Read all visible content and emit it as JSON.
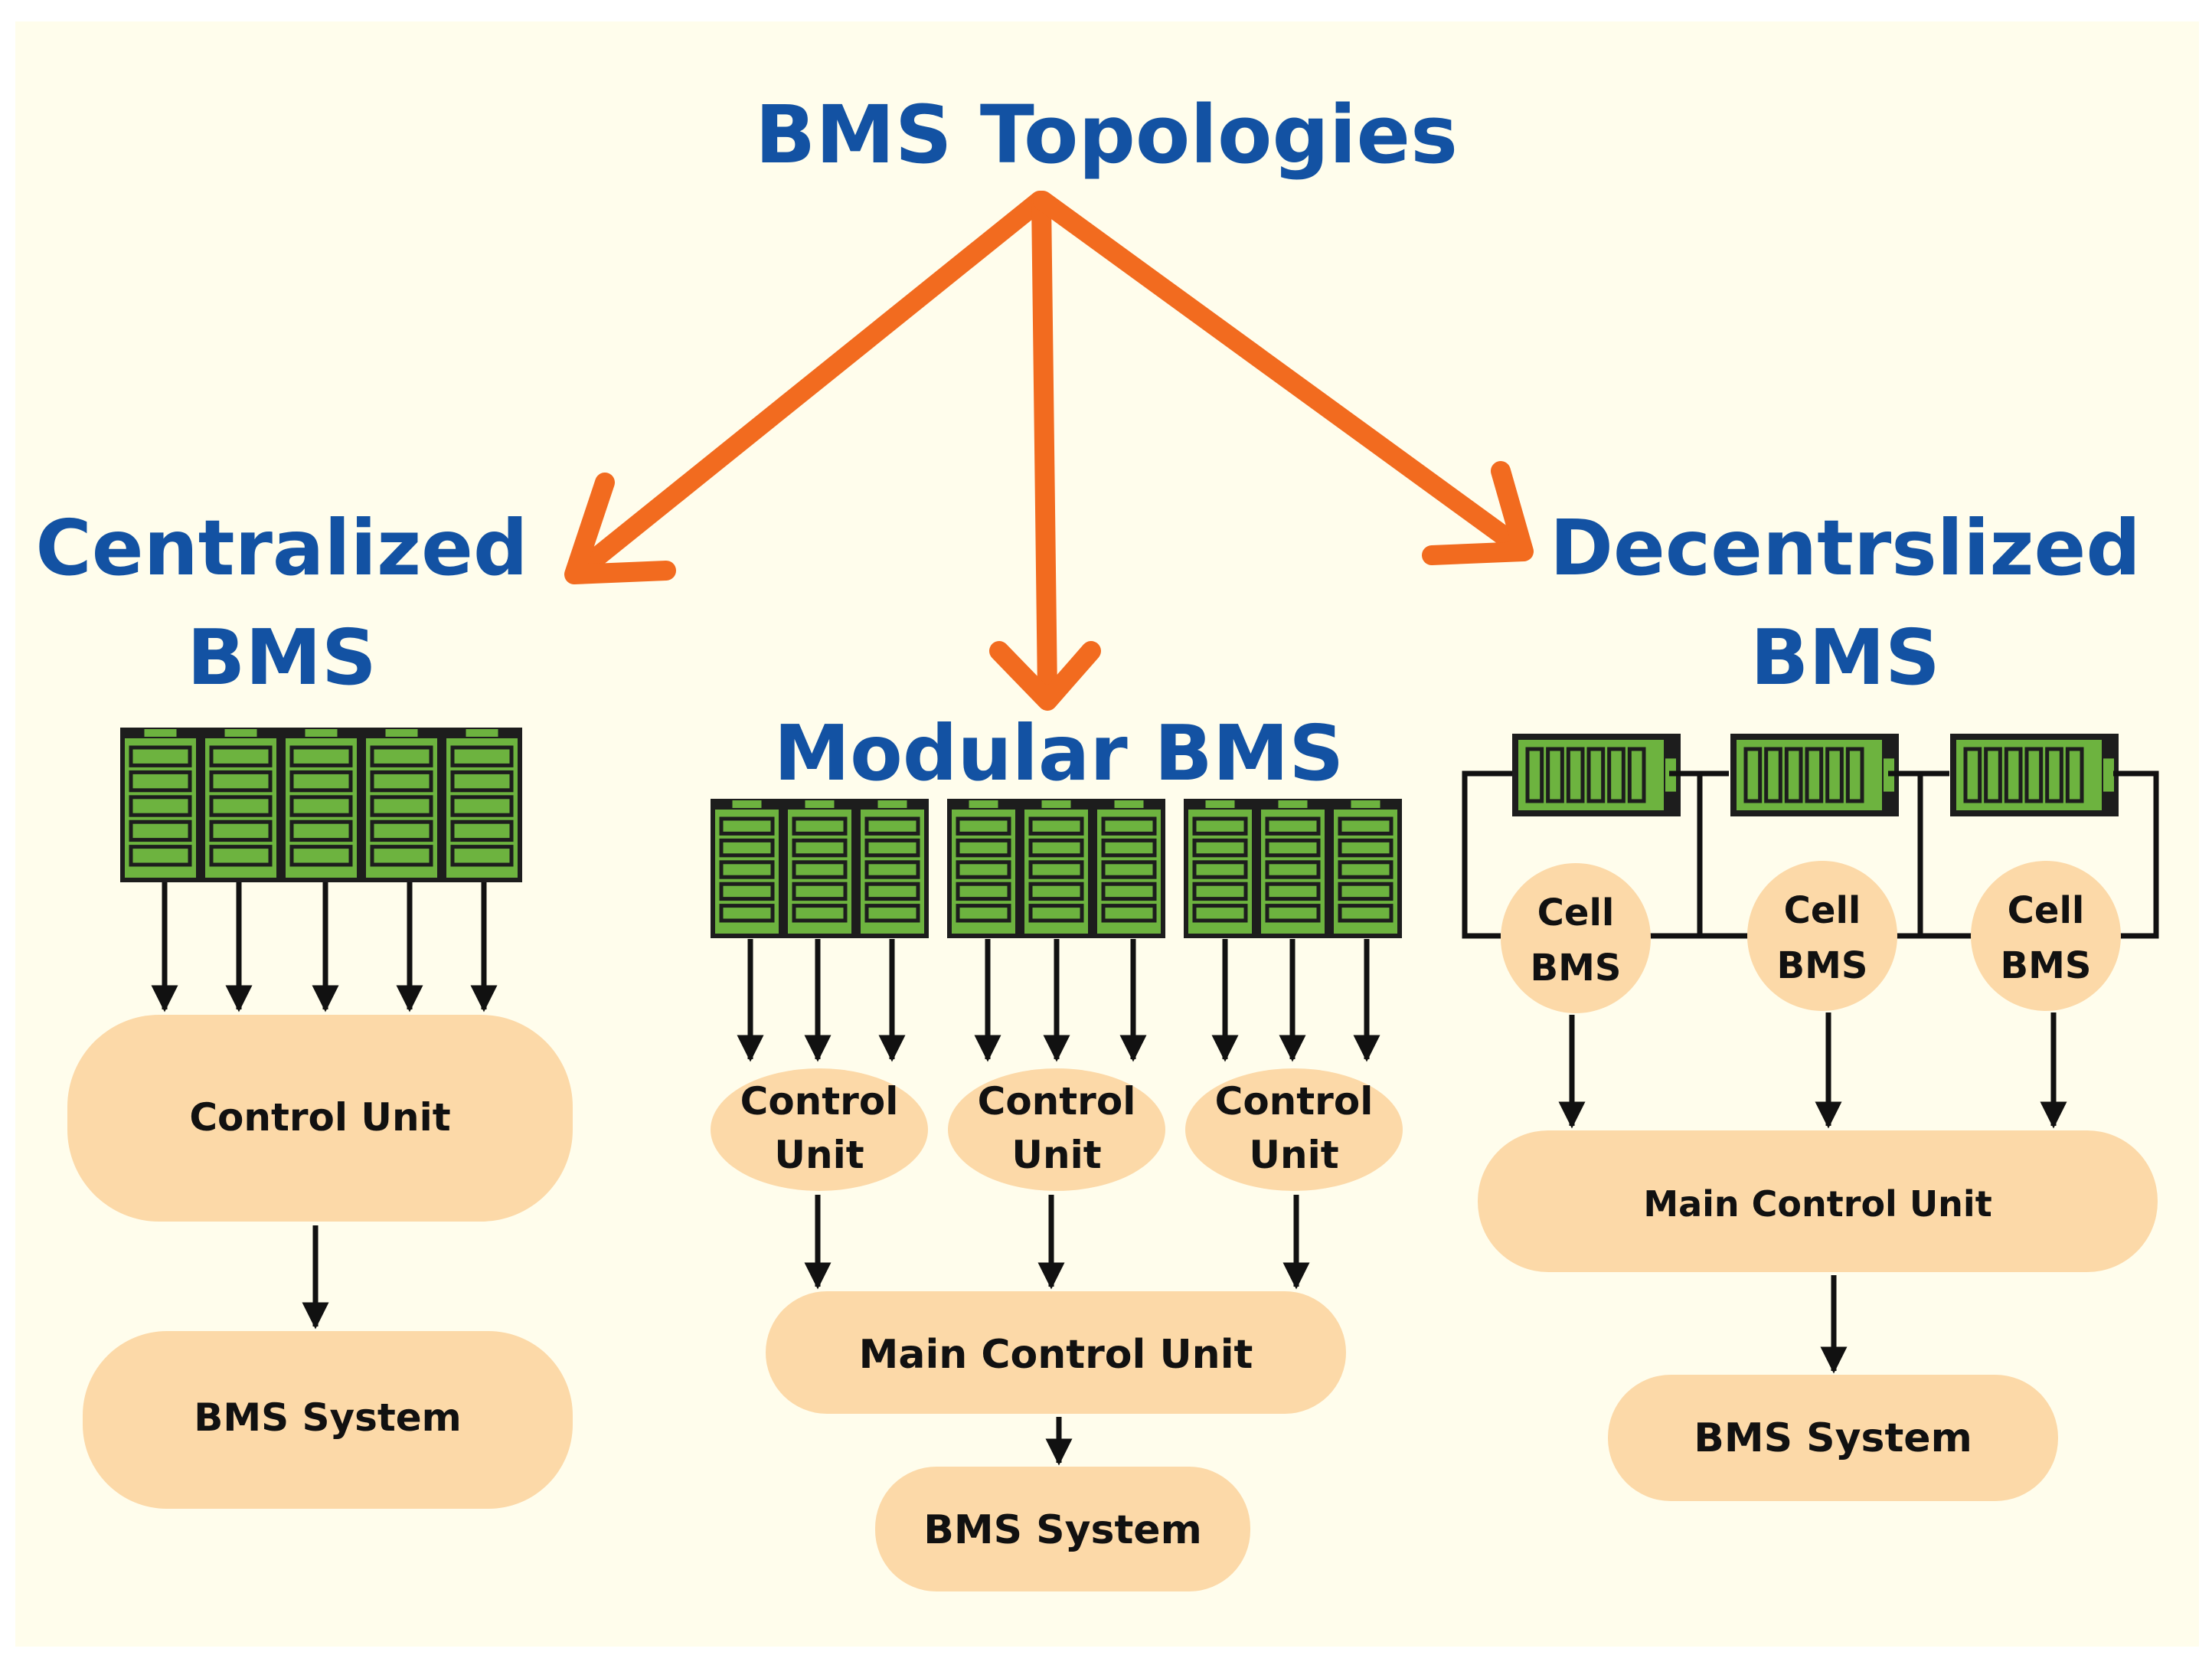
{
  "title": "BMS Topologies",
  "centralized": {
    "title_line1": "Centralized",
    "title_line2": "BMS",
    "control_unit": "Control Unit",
    "bms_system": "BMS System"
  },
  "modular": {
    "title": "Modular BMS",
    "control_units": [
      {
        "line1": "Control",
        "line2": "Unit"
      },
      {
        "line1": "Control",
        "line2": "Unit"
      },
      {
        "line1": "Control",
        "line2": "Unit"
      }
    ],
    "main_control_unit": "Main Control Unit",
    "bms_system": "BMS System"
  },
  "decentralized": {
    "title_line1": "Decentrslized",
    "title_line2": "BMS",
    "cell_bms": [
      {
        "line1": "Cell",
        "line2": "BMS"
      },
      {
        "line1": "Cell",
        "line2": "BMS"
      },
      {
        "line1": "Cell",
        "line2": "BMS"
      }
    ],
    "main_control_unit": "Main Control Unit",
    "bms_system": "BMS System"
  },
  "colors": {
    "page_background": "#fffdec",
    "title_blue": "#1352a3",
    "arrow_orange": "#f26b1f",
    "node_fill": "#fcd9a8",
    "battery_green": "#6db33f",
    "battery_dark": "#1d1d1d"
  }
}
